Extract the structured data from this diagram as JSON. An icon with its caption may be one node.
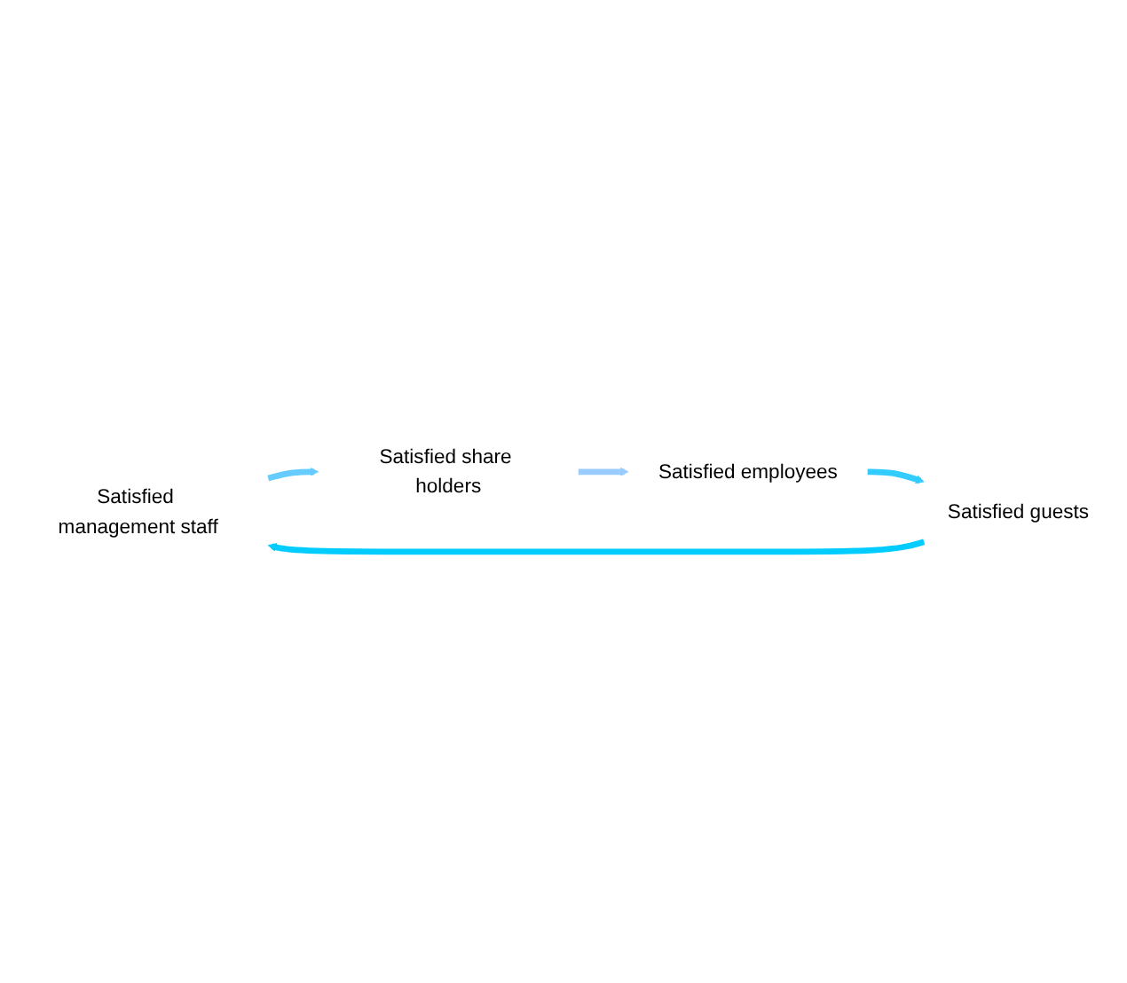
{
  "diagram": {
    "nodes": [
      {
        "text": [
          "Satisfied management staff"
        ]
      },
      {
        "text": [
          "Satisfied share holders"
        ]
      },
      {
        "text": [
          "Satisfied employees"
        ]
      },
      {
        "text": [
          "Satisfied guests"
        ]
      }
    ],
    "edges": [
      {
        "from": 0,
        "to": 1,
        "arrow": "to",
        "color": "#66ccff"
      },
      {
        "from": 1,
        "to": 2,
        "arrow": "to",
        "color": "#99ccff"
      },
      {
        "from": 2,
        "to": 3,
        "arrow": "to",
        "color": "#33ccff"
      },
      {
        "from": 3,
        "to": 0,
        "arrow": "to",
        "color": "#00ccff"
      }
    ]
  }
}
